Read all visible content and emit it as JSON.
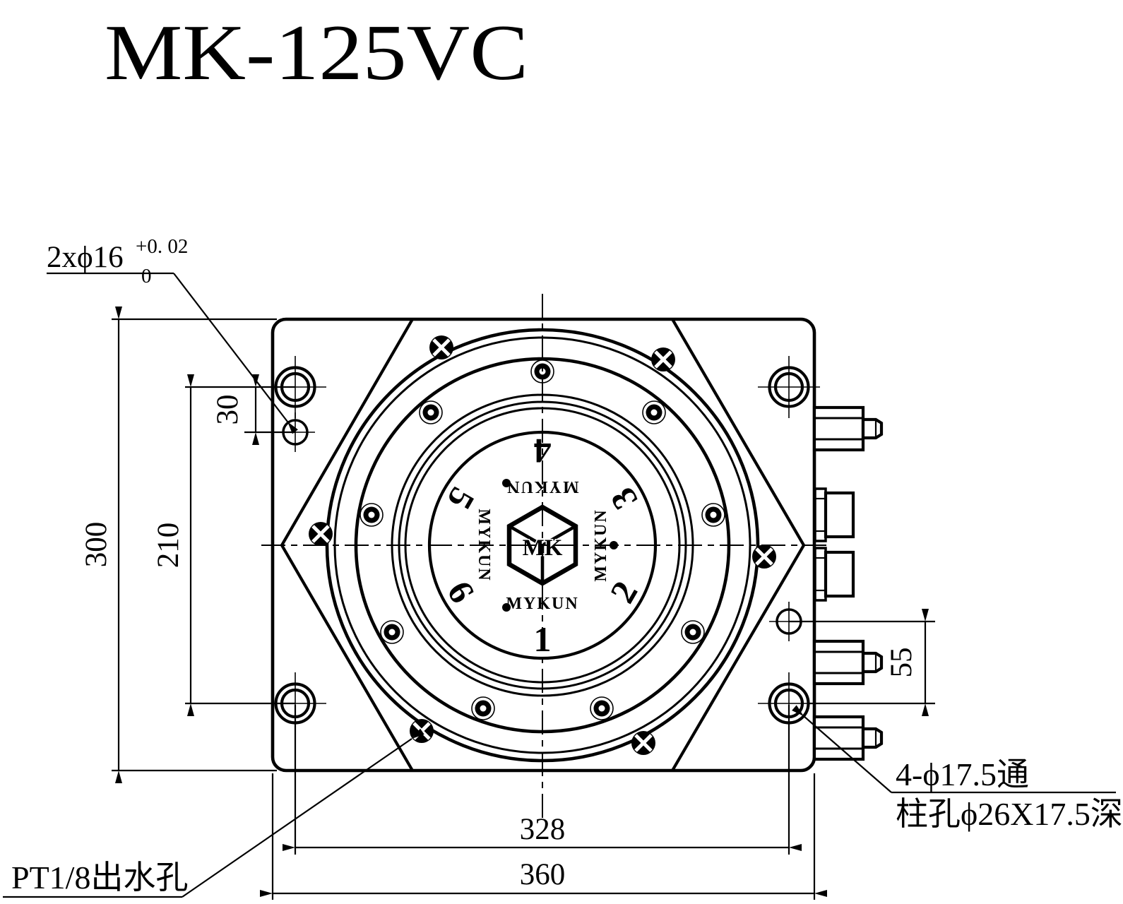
{
  "title": "MK-125VC",
  "drawing": {
    "dimensions": {
      "overall_width": "360",
      "bolt_spacing_horizontal": "328",
      "overall_height": "300",
      "bolt_spacing_vertical": "210",
      "dowel_offset": "30",
      "dowel_to_bolt": "55"
    },
    "callouts": {
      "dowel_holes_text": "2xϕ16",
      "dowel_holes_tol_upper": "+0. 02",
      "dowel_holes_tol_lower": "0",
      "water_outlet": "PT1/8出水孔",
      "mounting_holes_line1": "4-ϕ17.5通",
      "mounting_holes_line2": "柱孔ϕ26X17.5深"
    },
    "dial": {
      "numbers": [
        "1",
        "2",
        "3",
        "4",
        "5",
        "6"
      ],
      "logo_text": "MYKUN",
      "monogram": "MK"
    }
  },
  "colors": {
    "line": "#000000",
    "background": "#ffffff"
  }
}
